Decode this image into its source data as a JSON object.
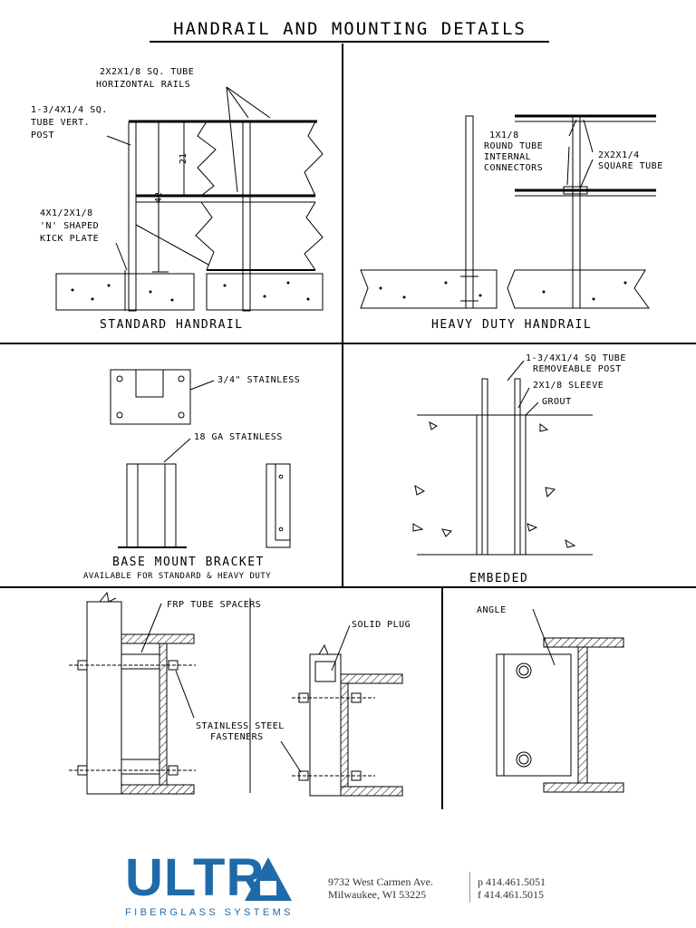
{
  "title": "HANDRAIL AND MOUNTING DETAILS",
  "standard": {
    "caption": "STANDARD HANDRAIL",
    "label_rails": [
      "2X2X1/8 SQ. TUBE",
      "HORIZONTAL RAILS"
    ],
    "label_post": [
      "1-3/4X1/4 SQ.",
      "TUBE VERT.",
      "POST"
    ],
    "label_kick": [
      "4X1/2X1/8",
      "'N' SHAPED",
      "KICK PLATE"
    ],
    "dim_21": "21",
    "dim_42": "42"
  },
  "heavy": {
    "caption": "HEAVY DUTY HANDRAIL",
    "label_connectors": [
      "1X1/8",
      "ROUND TUBE",
      "INTERNAL",
      "CONNECTORS"
    ],
    "label_square": [
      "2X2X1/4",
      "SQUARE TUBE"
    ]
  },
  "base": {
    "caption": "BASE MOUNT BRACKET",
    "subcaption": "AVAILABLE FOR STANDARD & HEAVY DUTY",
    "label_plate": "3/4\" STAINLESS",
    "label_ga": "18 GA STAINLESS"
  },
  "embed": {
    "caption": "EMBEDED",
    "label_post": [
      "1-3/4X1/4 SQ TUBE",
      "REMOVEABLE POST"
    ],
    "label_sleeve": "2X1/8 SLEEVE",
    "label_grout": "GROUT"
  },
  "bottom": {
    "label_spacers": "FRP TUBE SPACERS",
    "label_plug": "SOLID PLUG",
    "label_fasteners": [
      "STAINLESS STEEL",
      "FASTENERS"
    ],
    "label_angle": "ANGLE"
  },
  "footer": {
    "logo": "ULTR",
    "logo_sub": "FIBERGLASS SYSTEMS",
    "address": [
      "9732 West Carmen Ave.",
      "Milwaukee, WI  53225"
    ],
    "phone": [
      "p 414.461.5051",
      "f  414.461.5015"
    ],
    "brand_color": "#1f6aa8"
  }
}
